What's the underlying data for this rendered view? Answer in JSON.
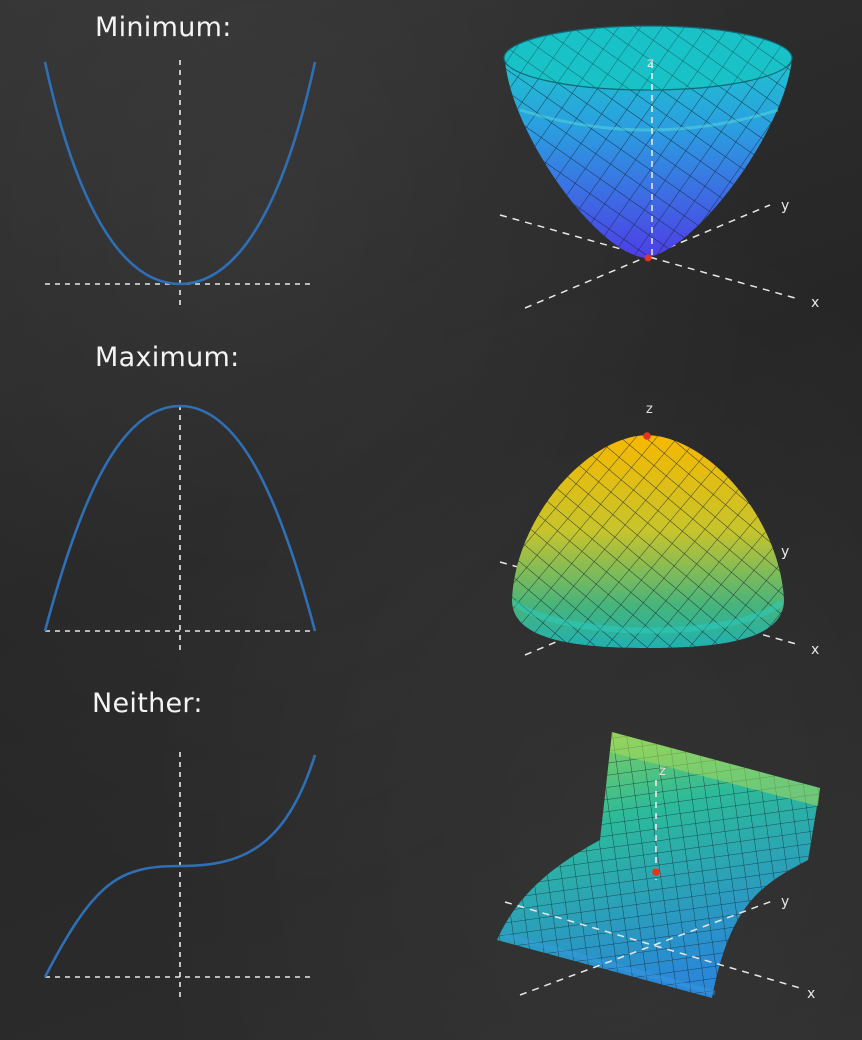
{
  "sections": [
    {
      "label": "Minimum:",
      "type": "minimum"
    },
    {
      "label": "Maximum:",
      "type": "maximum"
    },
    {
      "label": "Neither:",
      "type": "neither"
    }
  ],
  "axis_labels": {
    "x": "x",
    "y": "y",
    "z": "z"
  },
  "colors": {
    "background": "#2a2a2a",
    "curve": "#2e6fb5",
    "axis_dashes": "#e8e8e8",
    "critical_point": "#e53322",
    "min_surface_top": "#1fb6c8",
    "min_surface_bottom": "#4a3fe0",
    "max_surface_top": "#f2b705",
    "max_surface_bottom": "#1fb1a8",
    "saddle_top": "#7fcf5e",
    "saddle_bottom": "#2a8ad9",
    "mesh": "#10202a"
  }
}
